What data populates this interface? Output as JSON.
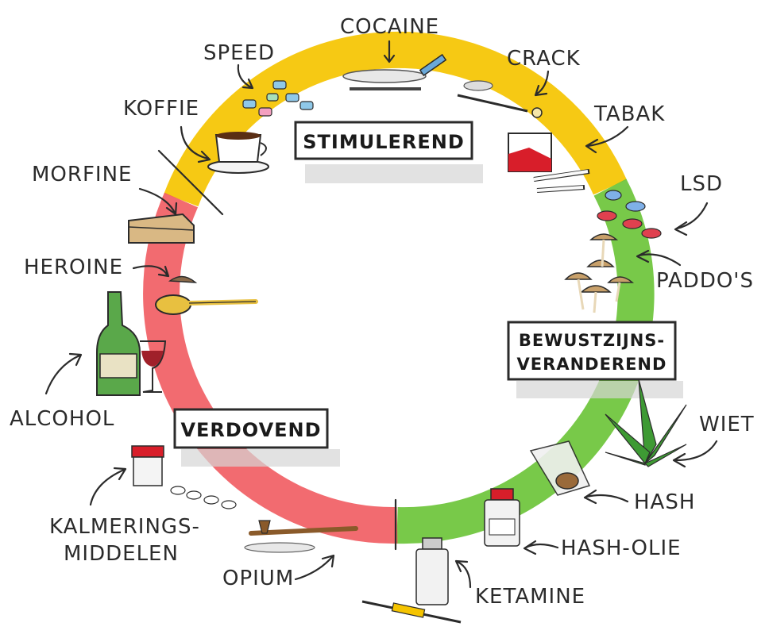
{
  "categories": {
    "stimulating": "STIMULEREND",
    "consciousness_1": "BEWUSTZIJNS-",
    "consciousness_2": "VERANDEREND",
    "depressant": "VERDOVEND"
  },
  "labels": {
    "cocaine": "COCAINE",
    "speed": "SPEED",
    "crack": "CRACK",
    "koffie": "KOFFIE",
    "tabak": "TABAK",
    "morfine": "MORFINE",
    "lsd": "LSD",
    "heroine": "HEROINE",
    "paddos": "PADDO'S",
    "alcohol": "ALCOHOL",
    "wiet": "WIET",
    "kalmerings_1": "KALMERINGS-",
    "kalmerings_2": "MIDDELEN",
    "hash": "HASH",
    "hash_olie": "HASH-OLIE",
    "opium": "OPIUM",
    "ketamine": "KETAMINE"
  },
  "colors": {
    "stimulating": "#f5c400",
    "consciousness": "#6cc43a",
    "depressant": "#f0565c"
  },
  "icons": [
    "cocaine-lines-icon",
    "speed-pills-icon",
    "crack-pipe-icon",
    "coffee-cup-icon",
    "cigarettes-icon",
    "morphine-box-icon",
    "lsd-tablets-icon",
    "heroin-spoon-icon",
    "mushrooms-icon",
    "wine-bottle-glass-icon",
    "cannabis-leaf-icon",
    "pill-bottle-icon",
    "hash-bag-icon",
    "hash-oil-bottle-icon",
    "opium-pipe-icon",
    "ketamine-vial-syringe-icon"
  ]
}
